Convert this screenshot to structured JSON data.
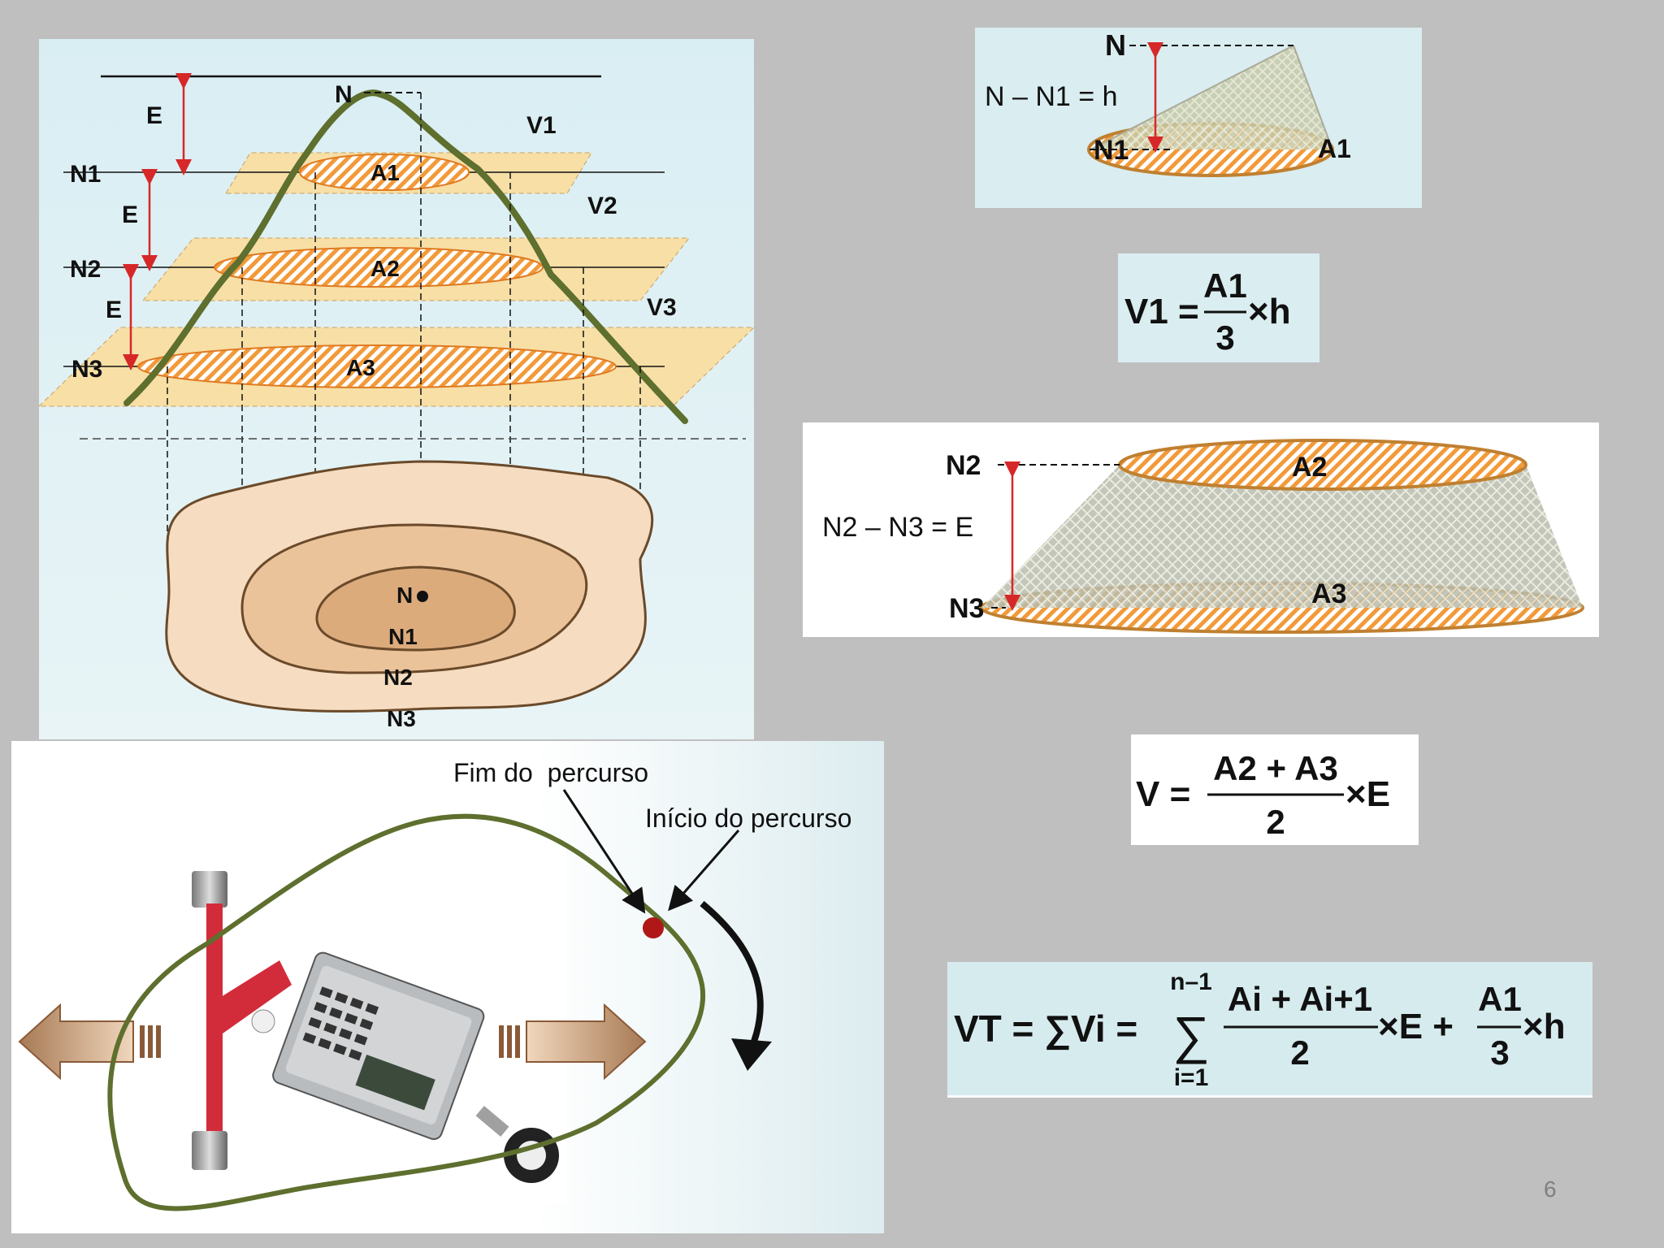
{
  "contour_diagram": {
    "peak_label": "N",
    "level_labels": [
      "N1",
      "N2",
      "N3"
    ],
    "equidistance_label": "E",
    "area_labels": [
      "A1",
      "A2",
      "A3"
    ],
    "volume_labels": [
      "V1",
      "V2",
      "V3"
    ],
    "map_peak_label": "N",
    "map_level_labels": [
      "N1",
      "N2",
      "N3"
    ]
  },
  "planimeter_diagram": {
    "end_label": "Fim do  percurso",
    "start_label": "Início do percurso"
  },
  "cone_diagram": {
    "top_label": "N",
    "base_label": "N1",
    "height_label": "N – N1 = h",
    "area_label": "A1"
  },
  "cone_formula": {
    "lhs": "V1 =",
    "numerator": "A1",
    "denominator": "3",
    "suffix": "×h"
  },
  "frustum_diagram": {
    "top_label": "N2",
    "bottom_label": "N3",
    "height_label": "N2 – N3 = E",
    "top_area_label": "A2",
    "bottom_area_label": "A3"
  },
  "frustum_formula": {
    "lhs": "V =",
    "numerator": "A2 + A3",
    "denominator": "2",
    "suffix": "×E"
  },
  "total_formula": {
    "lhs": "VT = ∑Vi =",
    "sum_upper": "n–1",
    "sum_lower": "i=1",
    "term1_numerator": "Ai + Ai+1",
    "term1_denominator": "2",
    "term1_suffix": "×E +",
    "term2_numerator": "A1",
    "term2_denominator": "3",
    "term2_suffix": "×h"
  },
  "page_number": "6",
  "colors": {
    "slide_bg": "#bfbfbf",
    "panel_bg": "#daedf0",
    "hatch_orange": "#f29a3a",
    "terrain_green": "#5e6f2e",
    "plane_yellow": "#f7dfa6",
    "arrow_red": "#d62828"
  }
}
